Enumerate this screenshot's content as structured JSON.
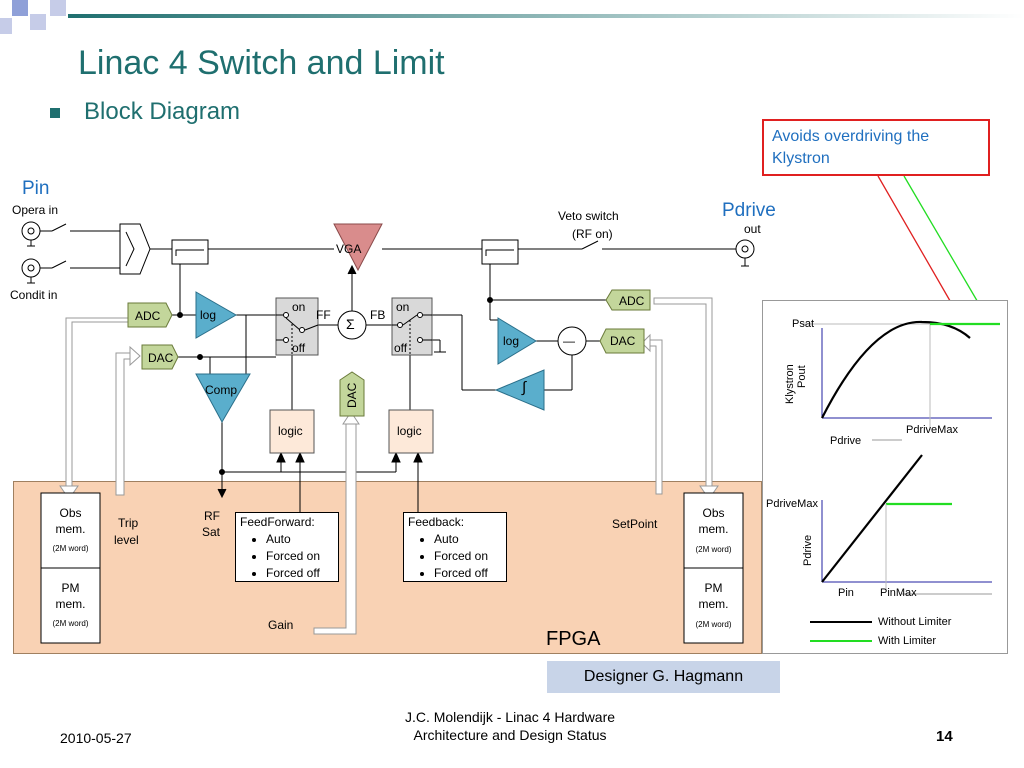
{
  "slide": {
    "title": "Linac 4 Switch and Limit",
    "subtitle": "Block Diagram",
    "note": "Avoids overdriving the Klystron",
    "designer": "Designer G. Hagmann",
    "footer_date": "2010-05-27",
    "footer_line1": "J.C.  Molendijk - Linac 4 Hardware",
    "footer_line2": "Architecture and Design Status",
    "page_number": "14"
  },
  "diagram": {
    "pin": "Pin",
    "opera_in": "Opera in",
    "condit_in": "Condit in",
    "pdrive": "Pdrive",
    "out": "out",
    "veto_switch_1": "Veto switch",
    "veto_switch_2": "(RF on)",
    "vga": "VGA",
    "adc_left": "ADC",
    "dac_left": "DAC",
    "log_left": "log",
    "comp": "Comp",
    "sigma": "Σ",
    "ff": "FF",
    "fb": "FB",
    "on_ff": "on",
    "off_ff": "off",
    "on_fb": "on",
    "off_fb": "off",
    "dac_mid": "DAC",
    "logic_ff": "logic",
    "logic_fb": "logic",
    "adc_right": "ADC",
    "dac_right": "DAC",
    "log_right": "log",
    "minus": "—",
    "integrator": "∫",
    "rf_sat_1": "RF",
    "rf_sat_2": "Sat",
    "trip_1": "Trip",
    "trip_2": "level",
    "setpoint": "SetPoint",
    "gain": "Gain",
    "fpga": "FPGA",
    "obs_mem_left_1": "Obs",
    "obs_mem_left_2": "mem.",
    "obs_mem_left_size": "(2M word)",
    "pm_mem_left_1": "PM",
    "pm_mem_left_2": "mem.",
    "pm_mem_left_size": "(2M word)",
    "obs_mem_right_1": "Obs",
    "obs_mem_right_2": "mem.",
    "obs_mem_right_size": "(2M word)",
    "pm_mem_right_1": "PM",
    "pm_mem_right_2": "mem.",
    "pm_mem_right_size": "(2M word)",
    "feedforward_title": "FeedForward:",
    "feedforward_items": [
      "Auto",
      "Forced on",
      "Forced off"
    ],
    "feedback_title": "Feedback:",
    "feedback_items": [
      "Auto",
      "Forced on",
      "Forced off"
    ]
  },
  "plots": {
    "top_ylabel_1": "Klystron",
    "top_ylabel_2": "Pout",
    "top_psat": "Psat",
    "top_pdrivemax": "PdriveMax",
    "top_xlabel": "Pdrive",
    "bottom_ylabel": "Pdrive",
    "bottom_pdrivemax": "PdriveMax",
    "bottom_pin": "Pin",
    "bottom_pinmax": "PinMax",
    "legend_without": "Without Limiter",
    "legend_with": "With Limiter",
    "color_without": "#000000",
    "color_with": "#22dd22"
  },
  "colors": {
    "title": "#1f6f6f",
    "fpga_fill": "#f9d2b4",
    "vga_fill": "#d98c8c",
    "teal_fill": "#5aaecc",
    "green_fill": "#c3d69b",
    "logic_fill": "#fde9d9",
    "note_border": "#e02020"
  }
}
